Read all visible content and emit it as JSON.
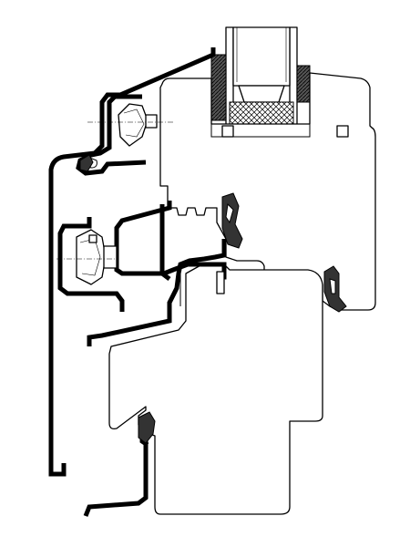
{
  "drawing": {
    "colors": {
      "line": "#000000",
      "background": "#ffffff",
      "seal_fill": "#333333",
      "hatch_fill": "#6e6e6e"
    },
    "components": [
      {
        "name": "glazing-unit",
        "icon": "hatched-glass-pane"
      },
      {
        "name": "sash-frame",
        "icon": "timber-profile"
      },
      {
        "name": "window-frame",
        "icon": "timber-profile"
      },
      {
        "name": "aluminium-cover-profiles",
        "icon": "thick-black-outline"
      },
      {
        "name": "gasket-seals",
        "icon": "dark-seal"
      },
      {
        "name": "drainage-clip",
        "icon": "clip-with-hole"
      }
    ]
  }
}
